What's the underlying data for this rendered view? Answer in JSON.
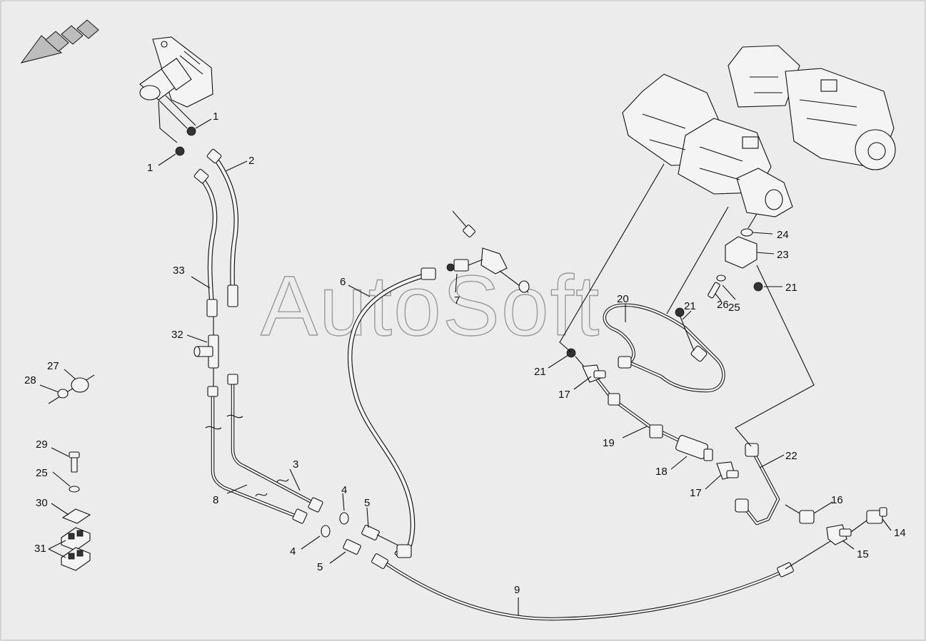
{
  "watermark": "AutoSoft",
  "callouts": [
    {
      "id": "c1a",
      "text": "1"
    },
    {
      "id": "c1b",
      "text": "1"
    },
    {
      "id": "c2",
      "text": "2"
    },
    {
      "id": "c3",
      "text": "3"
    },
    {
      "id": "c4a",
      "text": "4"
    },
    {
      "id": "c4b",
      "text": "4"
    },
    {
      "id": "c5a",
      "text": "5"
    },
    {
      "id": "c5b",
      "text": "5"
    },
    {
      "id": "c6",
      "text": "6"
    },
    {
      "id": "c7",
      "text": "7"
    },
    {
      "id": "c8",
      "text": "8"
    },
    {
      "id": "c9",
      "text": "9"
    },
    {
      "id": "c14",
      "text": "14"
    },
    {
      "id": "c15",
      "text": "15"
    },
    {
      "id": "c16",
      "text": "16"
    },
    {
      "id": "c17a",
      "text": "17"
    },
    {
      "id": "c17b",
      "text": "17"
    },
    {
      "id": "c18",
      "text": "18"
    },
    {
      "id": "c19",
      "text": "19"
    },
    {
      "id": "c20",
      "text": "20"
    },
    {
      "id": "c21a",
      "text": "21"
    },
    {
      "id": "c21b",
      "text": "21"
    },
    {
      "id": "c21c",
      "text": "21"
    },
    {
      "id": "c22",
      "text": "22"
    },
    {
      "id": "c23",
      "text": "23"
    },
    {
      "id": "c24",
      "text": "24"
    },
    {
      "id": "c25a",
      "text": "25"
    },
    {
      "id": "c25b",
      "text": "25"
    },
    {
      "id": "c26",
      "text": "26"
    },
    {
      "id": "c27",
      "text": "27"
    },
    {
      "id": "c28",
      "text": "28"
    },
    {
      "id": "c29",
      "text": "29"
    },
    {
      "id": "c30",
      "text": "30"
    },
    {
      "id": "c31",
      "text": "31"
    },
    {
      "id": "c32",
      "text": "32"
    },
    {
      "id": "c33",
      "text": "33"
    }
  ],
  "colors": {
    "background": "#ececec",
    "line": "#111111",
    "watermark": "#9a9a9a"
  }
}
